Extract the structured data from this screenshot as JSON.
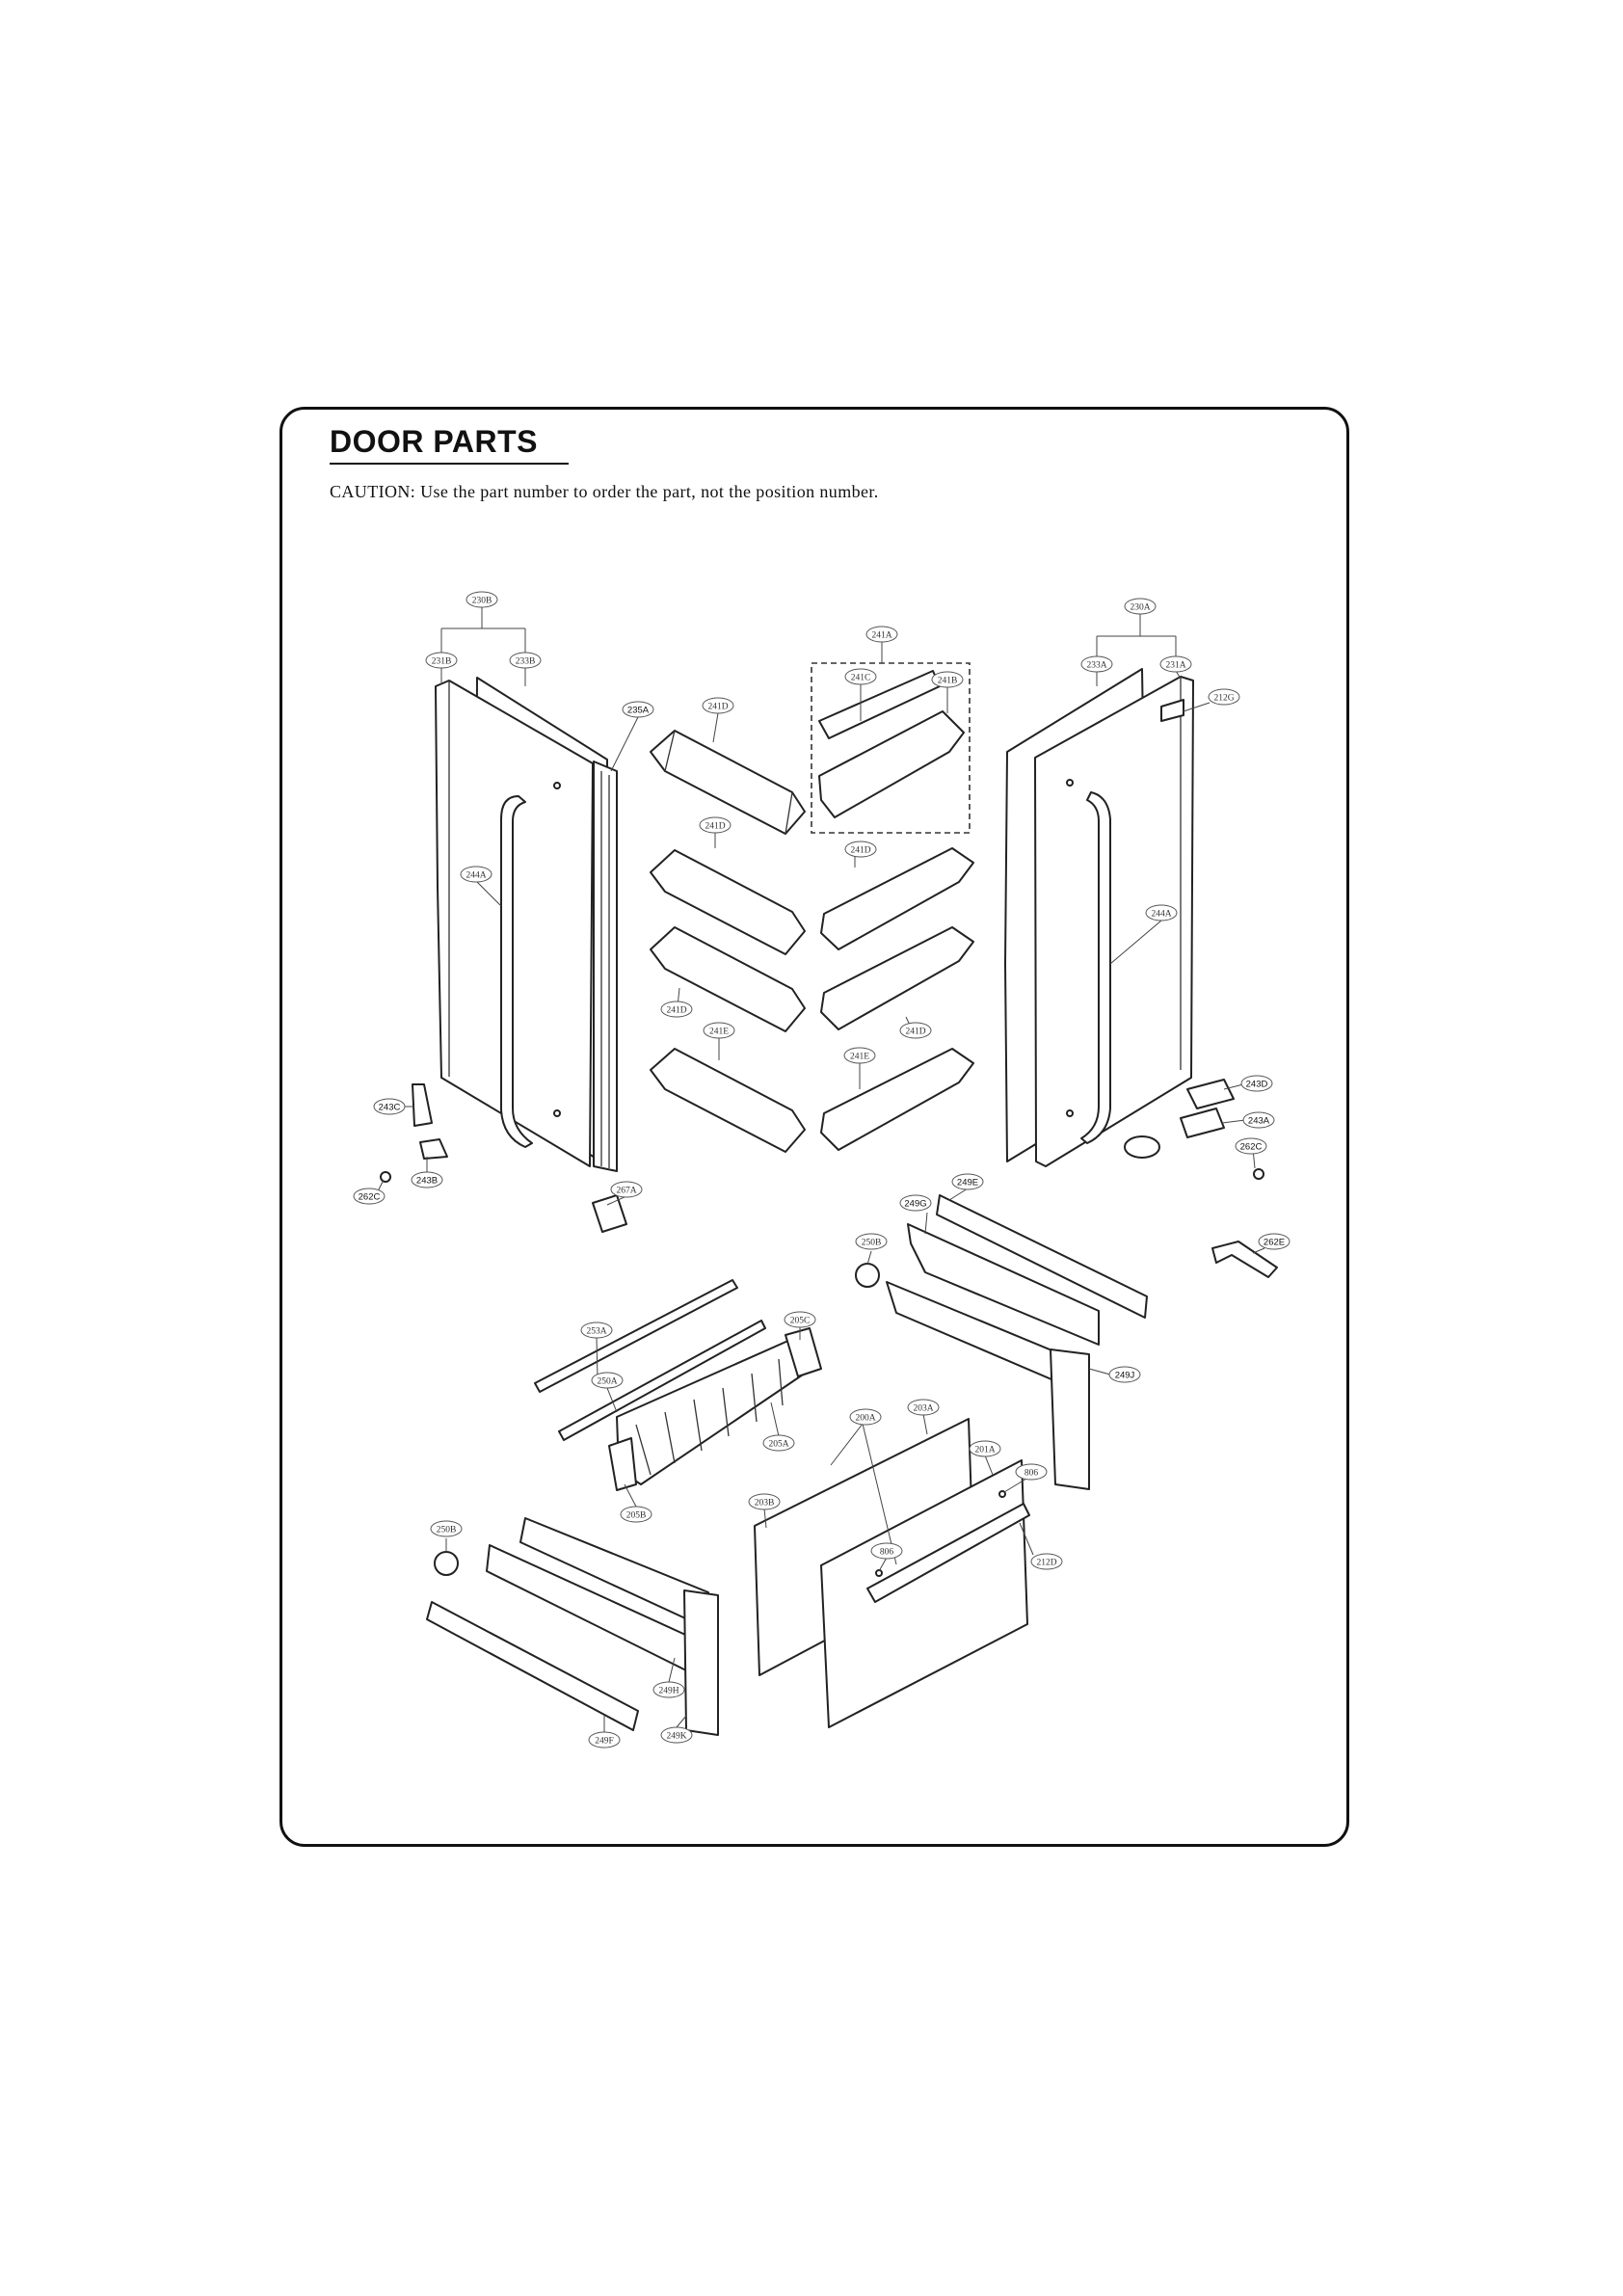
{
  "page": {
    "title": "DOOR PARTS",
    "caution": "CAUTION: Use the part number to order the part, not the position number."
  },
  "callouts": {
    "c230B": "230B",
    "c231B": "231B",
    "c233B": "233B",
    "c235A": "235A",
    "c241D_a": "241D",
    "c241A": "241A",
    "c241C": "241C",
    "c241B": "241B",
    "c230A": "230A",
    "c233A": "233A",
    "c231A": "231A",
    "c212G": "212G",
    "c241D_b": "241D",
    "c241D_c": "241D",
    "c244A_l": "244A",
    "c244A_r": "244A",
    "c241D_d": "241D",
    "c241E_a": "241E",
    "c241D_e": "241D",
    "c241E_b": "241E",
    "c243D": "243D",
    "c243C": "243C",
    "c243A": "243A",
    "c262C_r": "262C",
    "c243B": "243B",
    "c262C_l": "262C",
    "c267A": "267A",
    "c249E": "249E",
    "c249G": "249G",
    "c250B_a": "250B",
    "c262E": "262E",
    "c205C": "205C",
    "c253A": "253A",
    "c249J": "249J",
    "c250A": "250A",
    "c200A": "200A",
    "c203A": "203A",
    "c205A": "205A",
    "c201A": "201A",
    "c806_a": "806",
    "c205B": "205B",
    "c203B": "203B",
    "c250B_b": "250B",
    "c806_b": "806",
    "c212D": "212D",
    "c249H": "249H",
    "c249F": "249F",
    "c249K": "249K"
  }
}
